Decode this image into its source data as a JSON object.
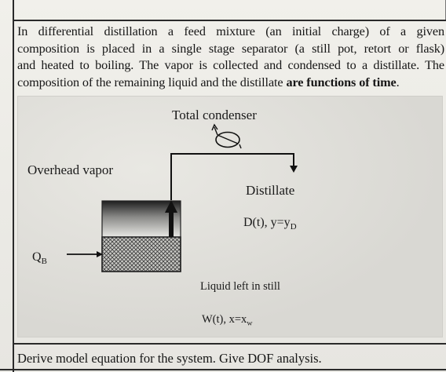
{
  "paragraph": {
    "line1": "In differential distillation a feed mixture (an initial charge) of a given",
    "line2": "composition is placed in a single stage separator (a still pot, retort or flask)",
    "line3": "and heated to boiling. The vapor is collected and condensed to a distillate. The",
    "line4_plain": "composition of the remaining liquid and the distillate ",
    "line4_bold": "are functions of time",
    "line4_end": "."
  },
  "figure": {
    "total_condenser": "Total condenser",
    "overhead_vapor": "Overhead vapor",
    "distillate": "Distillate",
    "distillate_flow": "D(t), y=y",
    "distillate_flow_sub": "D",
    "heat_input": "Q",
    "heat_input_sub": "B",
    "liquid_left": "Liquid left in still",
    "still_flow": "W(t), x=x",
    "still_flow_sub": "w"
  },
  "question": "Derive model equation for the system. Give DOF analysis."
}
